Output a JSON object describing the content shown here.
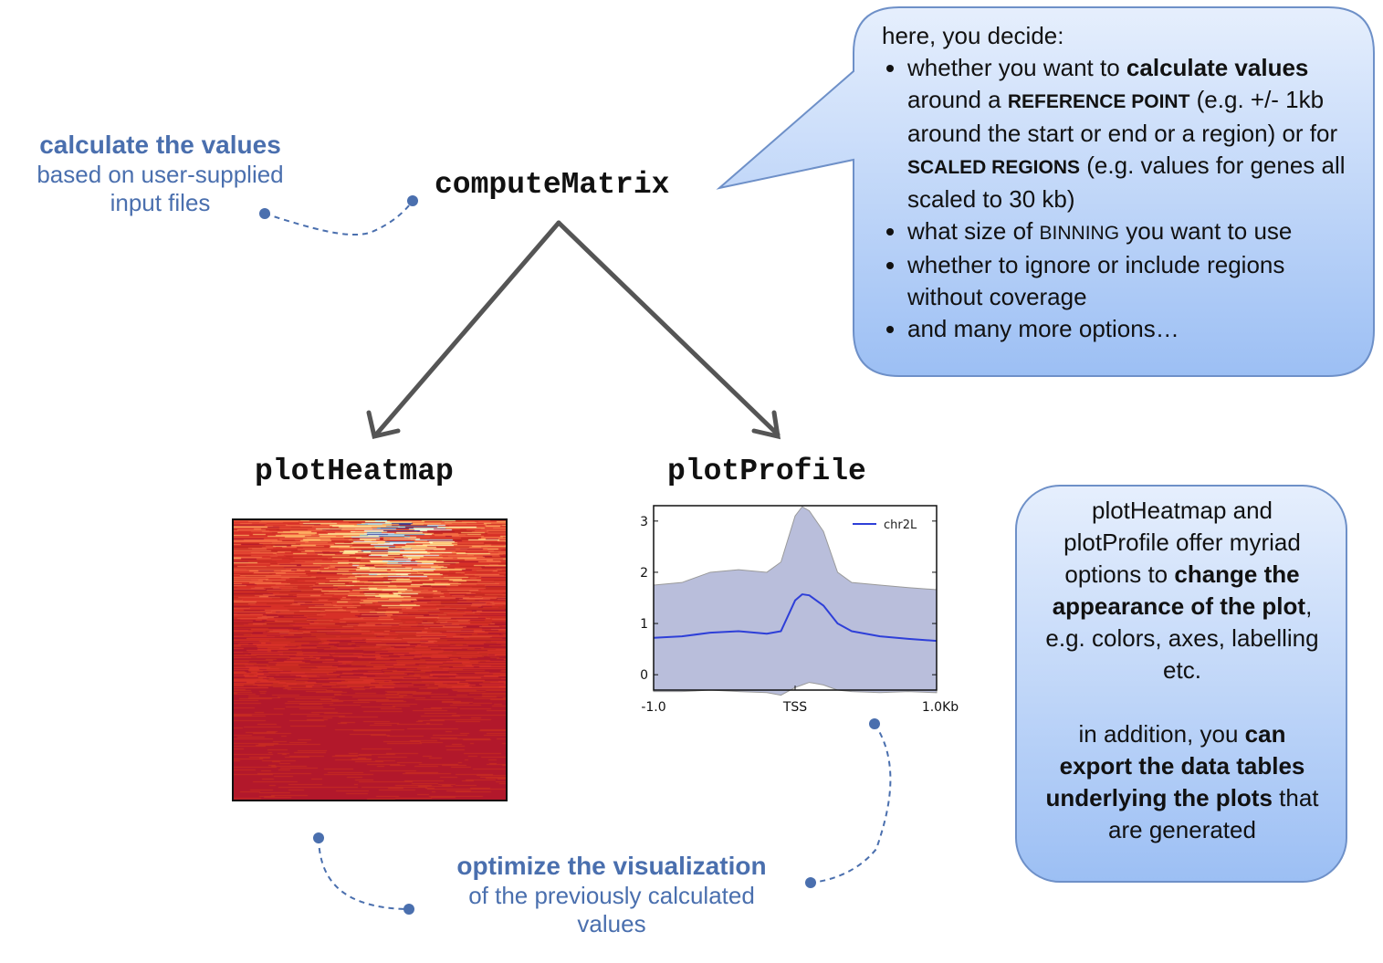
{
  "nodes": {
    "compute": "computeMatrix",
    "heatmap": "plotHeatmap",
    "profile": "plotProfile"
  },
  "note_calculate": {
    "bold": "calculate the values",
    "line1": "based on user-supplied",
    "line2": "input files"
  },
  "note_optimize": {
    "bold": "optimize the visualization",
    "line1": "of the previously calculated",
    "line2": "values"
  },
  "callout": {
    "intro": "here, you decide:",
    "b1_pre": "whether you want to ",
    "b1_bold": "calculate values",
    "b1_mid": " around a ",
    "b1_caps1": "REFERENCE POINT",
    "b1_paren1": "(e.g. +/- 1kb around the start or end or a region) or for ",
    "b1_caps2": "SCALED REGIONS",
    "b1_paren2": "(e.g. values for genes all scaled to 30 kb)",
    "b2_pre": "what size of ",
    "b2_caps": "BINNING",
    "b2_post": " you want to use",
    "b3": "whether to ignore or include regions without coverage",
    "b4": "and many more options…"
  },
  "infobox": {
    "p1_pre": "plotHeatmap and plotProfile offer myriad options to ",
    "p1_bold": "change the appearance of the plot",
    "p1_post": ", e.g. colors, axes, labelling etc.",
    "p2_pre": "in addition, you ",
    "p2_bold1": "can export the data tables underlying the plots",
    "p2_post": " that are generated"
  },
  "colors": {
    "accent": "#4a6fae",
    "arrow": "#555555",
    "bubble_top": "#dfeafc",
    "bubble_bottom": "#9fc0f3",
    "bubble_border": "#6e90c8",
    "profile_line": "#2e3fd8",
    "profile_band": "#b9bedb"
  },
  "chart_data": {
    "type": "line",
    "xticklabels": [
      "-1.0",
      "TSS",
      "1.0Kb"
    ],
    "yticks": [
      0,
      1,
      2,
      3
    ],
    "ylim": [
      -0.3,
      3.3
    ],
    "xlim": [
      -1.0,
      1.0
    ],
    "legend": "chr2L",
    "legend_position": "top-right",
    "series": [
      {
        "name": "chr2L",
        "x": [
          -1.0,
          -0.8,
          -0.6,
          -0.4,
          -0.2,
          -0.1,
          0.0,
          0.05,
          0.1,
          0.2,
          0.3,
          0.4,
          0.6,
          0.8,
          1.0
        ],
        "y": [
          0.72,
          0.75,
          0.82,
          0.85,
          0.8,
          0.85,
          1.45,
          1.57,
          1.55,
          1.35,
          1.0,
          0.85,
          0.75,
          0.7,
          0.66
        ]
      }
    ],
    "band_upper": [
      1.75,
      1.8,
      2.0,
      2.05,
      2.0,
      2.2,
      3.1,
      3.28,
      3.2,
      2.8,
      2.0,
      1.8,
      1.75,
      1.7,
      1.66
    ],
    "band_lower": [
      -0.33,
      -0.33,
      -0.3,
      -0.33,
      -0.35,
      -0.4,
      -0.25,
      -0.2,
      -0.15,
      -0.2,
      -0.3,
      -0.33,
      -0.35,
      -0.33,
      -0.35
    ]
  }
}
